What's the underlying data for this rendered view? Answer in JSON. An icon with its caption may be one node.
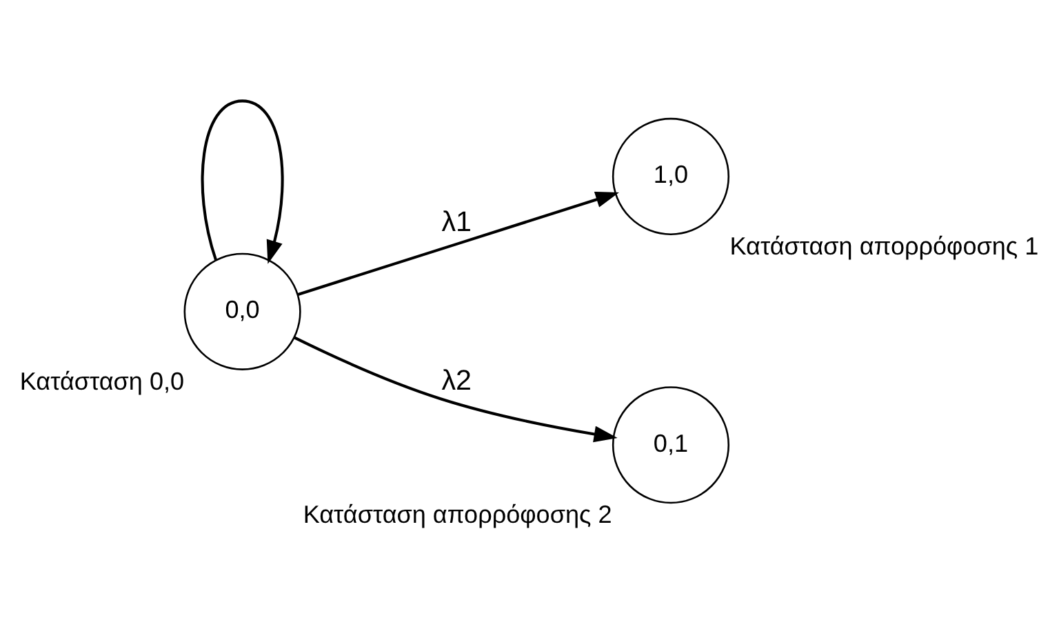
{
  "diagram": {
    "nodes": [
      {
        "text": [
          "0,0"
        ],
        "beside": [
          "Κατάσταση 0,0"
        ]
      },
      {
        "text": [
          "1,0"
        ],
        "beside": [
          "Κατάσταση απορρόφοσης 1"
        ]
      },
      {
        "text": [
          "0,1"
        ],
        "beside": [
          "Κατάσταση απορρόφοσης 2"
        ]
      }
    ],
    "edges": [
      {
        "from": 0,
        "to": 0,
        "arrow": "to"
      },
      {
        "from": 0,
        "to": 1,
        "arrow": "to",
        "label": "λ1"
      },
      {
        "from": 0,
        "to": 2,
        "arrow": "to",
        "label": "λ2"
      }
    ]
  }
}
